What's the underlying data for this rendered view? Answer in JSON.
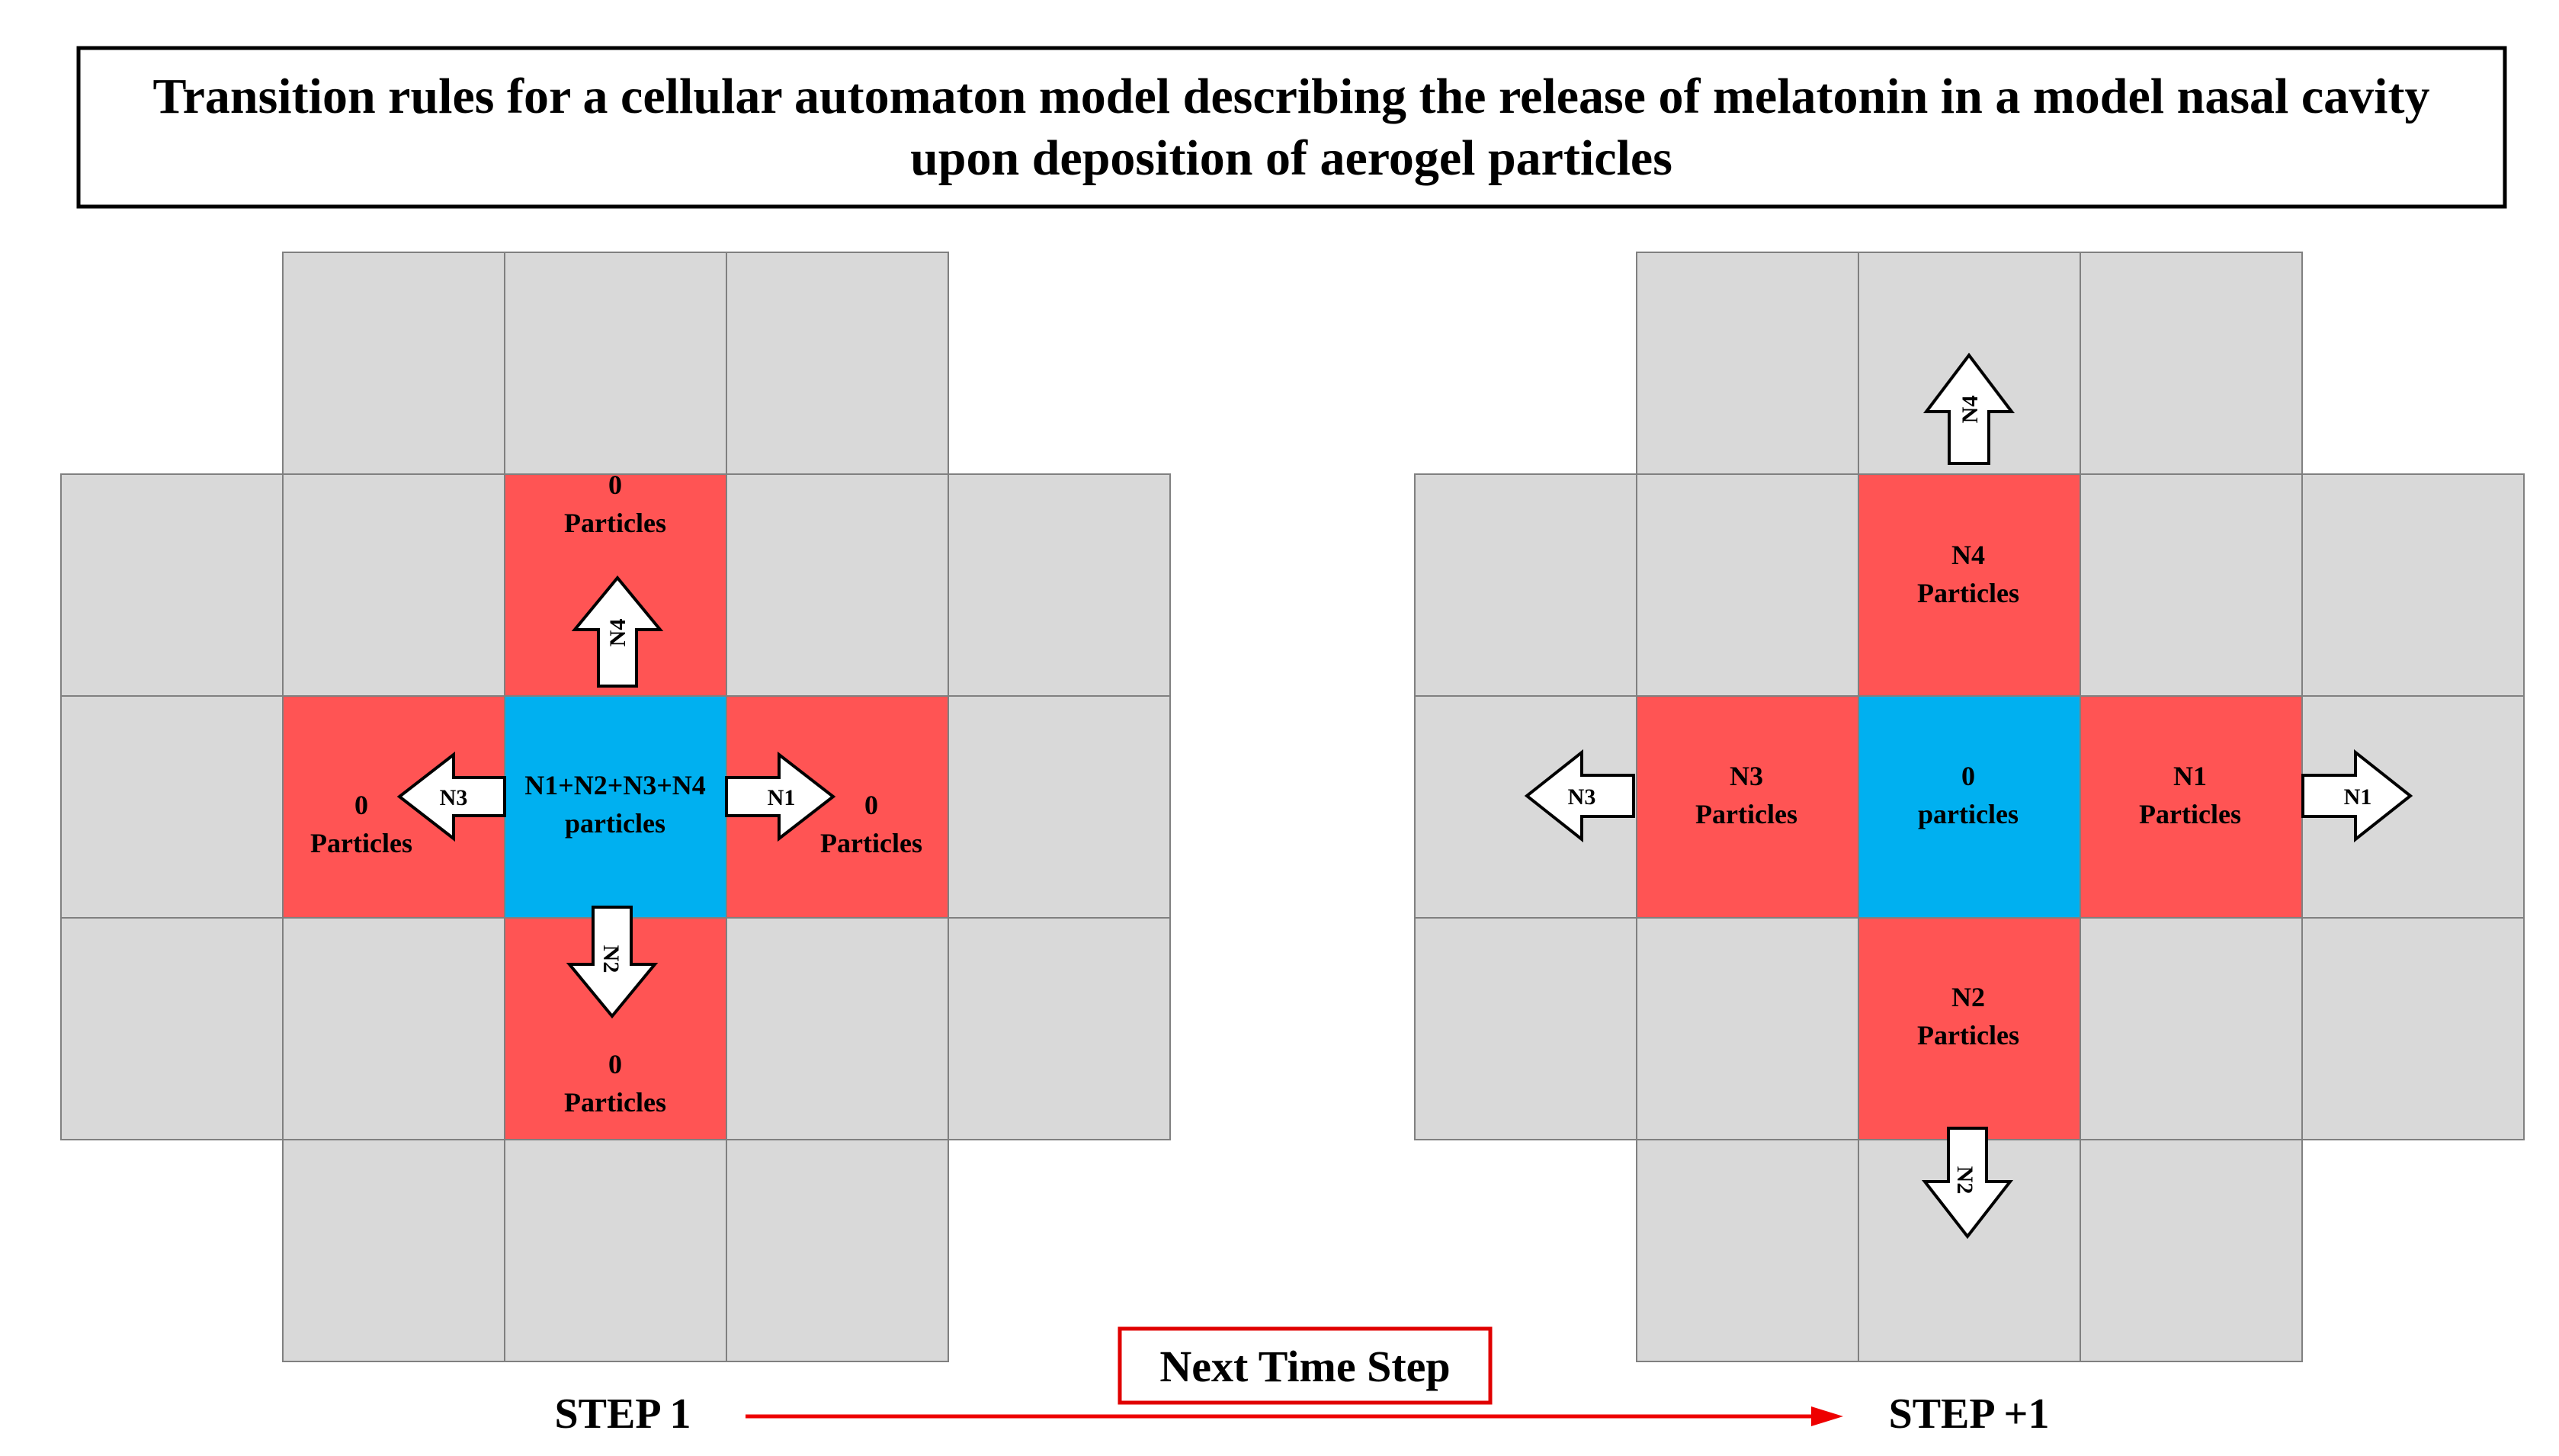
{
  "title": {
    "line1": "Transition rules for a cellular automaton model describing the release of melatonin in a model nasal cavity",
    "line2": "upon deposition of aerogel particles"
  },
  "colors": {
    "grey_cell": "#d9d9d9",
    "red_cell": "#ff5454",
    "blue_cell": "#00b0f0",
    "border": "#808080",
    "timeline": "#ee0000"
  },
  "step1": {
    "label": "STEP 1",
    "center": {
      "line1": "N1+N2+N3+N4",
      "line2": "particles"
    },
    "top": {
      "line1": "0",
      "line2": "Particles"
    },
    "left": {
      "line1": "0",
      "line2": "Particles"
    },
    "right": {
      "line1": "0",
      "line2": "Particles"
    },
    "bottom": {
      "line1": "0",
      "line2": "Particles"
    },
    "arrows": {
      "up": "N4",
      "left": "N3",
      "right": "N1",
      "down": "N2"
    }
  },
  "step2": {
    "label": "STEP +1",
    "center": {
      "line1": "0",
      "line2": "particles"
    },
    "top": {
      "line1": "N4",
      "line2": "Particles"
    },
    "left": {
      "line1": "N3",
      "line2": "Particles"
    },
    "right": {
      "line1": "N1",
      "line2": "Particles"
    },
    "bottom": {
      "line1": "N2",
      "line2": "Particles"
    },
    "arrows": {
      "up": "N4",
      "left": "N3",
      "right": "N1",
      "down": "N2"
    }
  },
  "timeline": {
    "label": "Next Time Step"
  }
}
